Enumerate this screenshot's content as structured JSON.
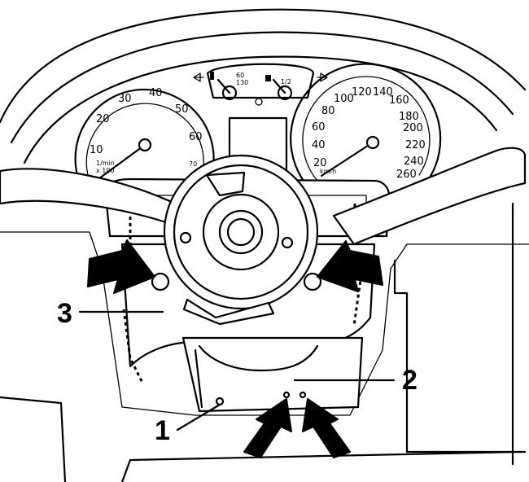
{
  "callouts": [
    {
      "id": "1",
      "label": "1"
    },
    {
      "id": "2",
      "label": "2"
    },
    {
      "id": "3",
      "label": "3"
    }
  ],
  "tachometer": {
    "ticks": [
      "10",
      "20",
      "30",
      "40",
      "50",
      "60",
      "70"
    ],
    "unit_lines": [
      "1/min",
      "x 100"
    ]
  },
  "speedometer": {
    "ticks": [
      "20",
      "40",
      "60",
      "80",
      "100",
      "120",
      "140",
      "160",
      "180",
      "200",
      "220",
      "240",
      "260"
    ],
    "unit": "km/h"
  },
  "temp_gauge": {
    "ticks": [
      "60",
      "130"
    ]
  },
  "fuel_gauge": {
    "ticks": [
      "1/2"
    ]
  },
  "icons": [
    "turn-left-arrow",
    "turn-right-arrow",
    "coolant-thermometer",
    "fuel-pump"
  ]
}
